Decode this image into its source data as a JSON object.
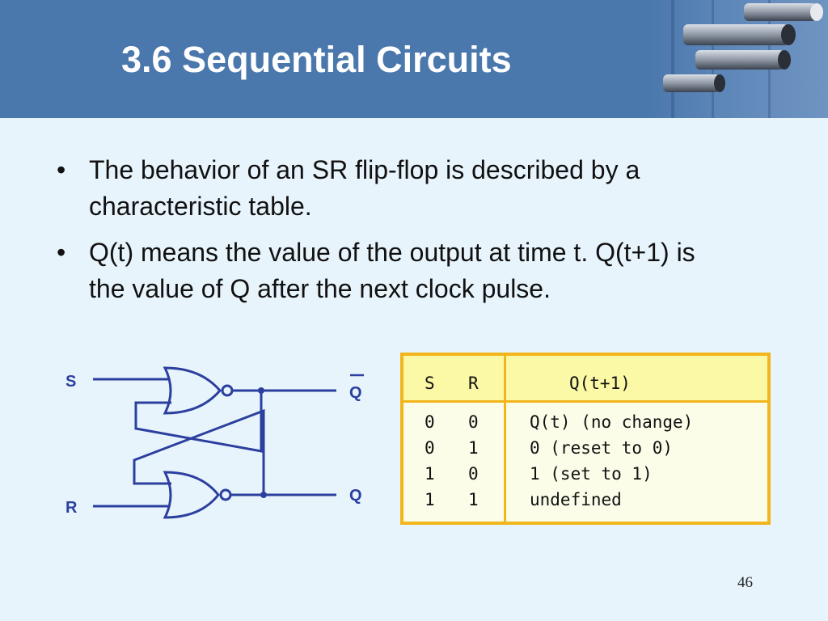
{
  "slide": {
    "title": "3.6 Sequential Circuits",
    "page_number": "46"
  },
  "bullets": [
    {
      "marker": "•",
      "text": "The behavior of an SR flip-flop is described by a characteristic table."
    },
    {
      "marker": "•",
      "text": "Q(t) means the value of the output at time t. Q(t+1) is the value of Q after the next clock pulse."
    }
  ],
  "circuit": {
    "input_s": "S",
    "input_r": "R",
    "output_q_bar": "Q",
    "output_q": "Q",
    "wire_color": "#2b3f9e",
    "label_color": "#2b3f9e"
  },
  "table": {
    "header": {
      "s": "S",
      "r": "R",
      "next": "Q(t+1)"
    },
    "rows": [
      {
        "s": "0",
        "r": "0",
        "next": "Q(t) (no change)"
      },
      {
        "s": "0",
        "r": "1",
        "next": "0 (reset to 0)"
      },
      {
        "s": "1",
        "r": "0",
        "next": "1 (set to 1)"
      },
      {
        "s": "1",
        "r": "1",
        "next": "undefined"
      }
    ],
    "border_color": "#f2b51c",
    "header_fill": "#fbf8a6"
  },
  "colors": {
    "header_bar": "#4a77ac",
    "background": "#e8f4fc"
  }
}
